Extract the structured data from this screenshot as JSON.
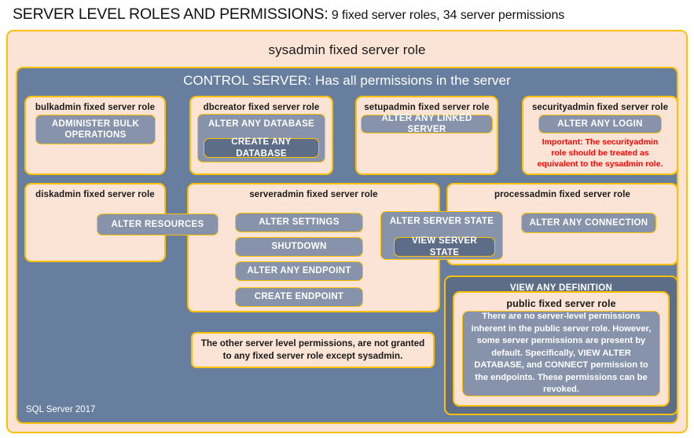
{
  "title": {
    "main": "SERVER LEVEL ROLES AND PERMISSIONS:",
    "sub": " 9 fixed server roles, 34 server permissions"
  },
  "sysadmin": {
    "label": "sysadmin fixed server role"
  },
  "control_server": {
    "label": "CONTROL SERVER: Has all permissions in the server"
  },
  "roles": {
    "bulkadmin": {
      "label": "bulkadmin fixed server role",
      "permission": "ADMINISTER  BULK\nOPERATIONS"
    },
    "dbcreator": {
      "label": "dbcreator fixed server role",
      "permission_outer": "ALTER ANY DATABASE",
      "permission_inner": "CREATE ANY DATABASE"
    },
    "setupadmin": {
      "label": "setupadmin fixed server role",
      "permission": "ALTER ANY LINKED SERVER"
    },
    "securityadmin": {
      "label": "securityadmin fixed server role",
      "permission": "ALTER ANY LOGIN",
      "warning": "Important: The securityadmin\nrole should be treated as\nequivalent to the sysadmin role."
    },
    "diskadmin": {
      "label": "diskadmin fixed server role",
      "permission": "ALTER RESOURCES"
    },
    "serveradmin": {
      "label": "serveradmin fixed server role",
      "permissions": [
        "ALTER SETTINGS",
        "SHUTDOWN",
        "ALTER ANY ENDPOINT",
        "CREATE ENDPOINT"
      ],
      "permission_outer": "ALTER SERVER STATE",
      "permission_inner": "VIEW SERVER STATE"
    },
    "processadmin": {
      "label": "processadmin fixed server role",
      "permission": "ALTER ANY CONNECTION"
    },
    "public": {
      "view_any_definition": "VIEW ANY DEFINITION",
      "label": "public fixed server role",
      "description": "There are no server-level permissions inherent in the public server role. However, some server permissions are present by default. Specifically, VIEW ALTER DATABASE, and CONNECT permission to the endpoints. These permissions can be revoked."
    }
  },
  "notes": {
    "other_permissions": "The other server level permissions, are not granted\nto any fixed server role except sysadmin."
  },
  "footer": {
    "version": "SQL Server 2017"
  },
  "colors": {
    "peach": "#fbe4d5",
    "gold_border": "#ffc000",
    "slate": "#677e9e",
    "chip": "#8693ab",
    "chip_dark": "#5d6d87",
    "warning_red": "#ff0000"
  }
}
